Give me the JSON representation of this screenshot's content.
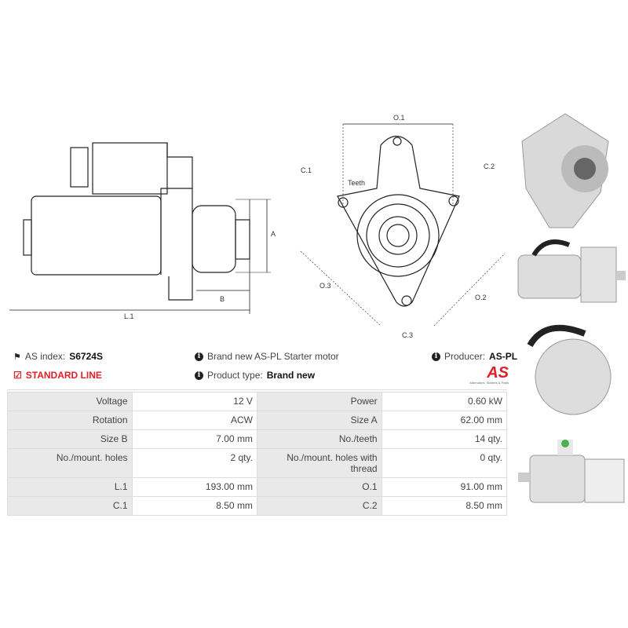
{
  "diagram_labels": {
    "a": "A",
    "b": "B",
    "l1": "L.1",
    "o1": "O.1",
    "c1": "C.1",
    "c2": "C.2",
    "teeth": "Teeth",
    "o3": "O.3",
    "o2": "O.2",
    "c3": "C.3"
  },
  "info": {
    "index_label": "AS index:",
    "index_value": "S6724S",
    "line": "STANDARD LINE",
    "description": "Brand new AS-PL Starter motor",
    "type_label": "Product type:",
    "type_value": "Brand new",
    "producer_label": "Producer:",
    "producer_value": "AS-PL",
    "logo_text": "AS",
    "logo_tagline": "Alternators, Starters & Parts"
  },
  "colors": {
    "accent": "#e31e24"
  },
  "specs": [
    [
      "Voltage",
      "12 V",
      "Power",
      "0.60 kW"
    ],
    [
      "Rotation",
      "ACW",
      "Size A",
      "62.00 mm"
    ],
    [
      "Size B",
      "7.00 mm",
      "No./teeth",
      "14 qty."
    ],
    [
      "No./mount. holes",
      "2 qty.",
      "No./mount. holes with thread",
      "0 qty."
    ],
    [
      "L.1",
      "193.00 mm",
      "O.1",
      "91.00 mm"
    ],
    [
      "C.1",
      "8.50 mm",
      "C.2",
      "8.50 mm"
    ]
  ]
}
